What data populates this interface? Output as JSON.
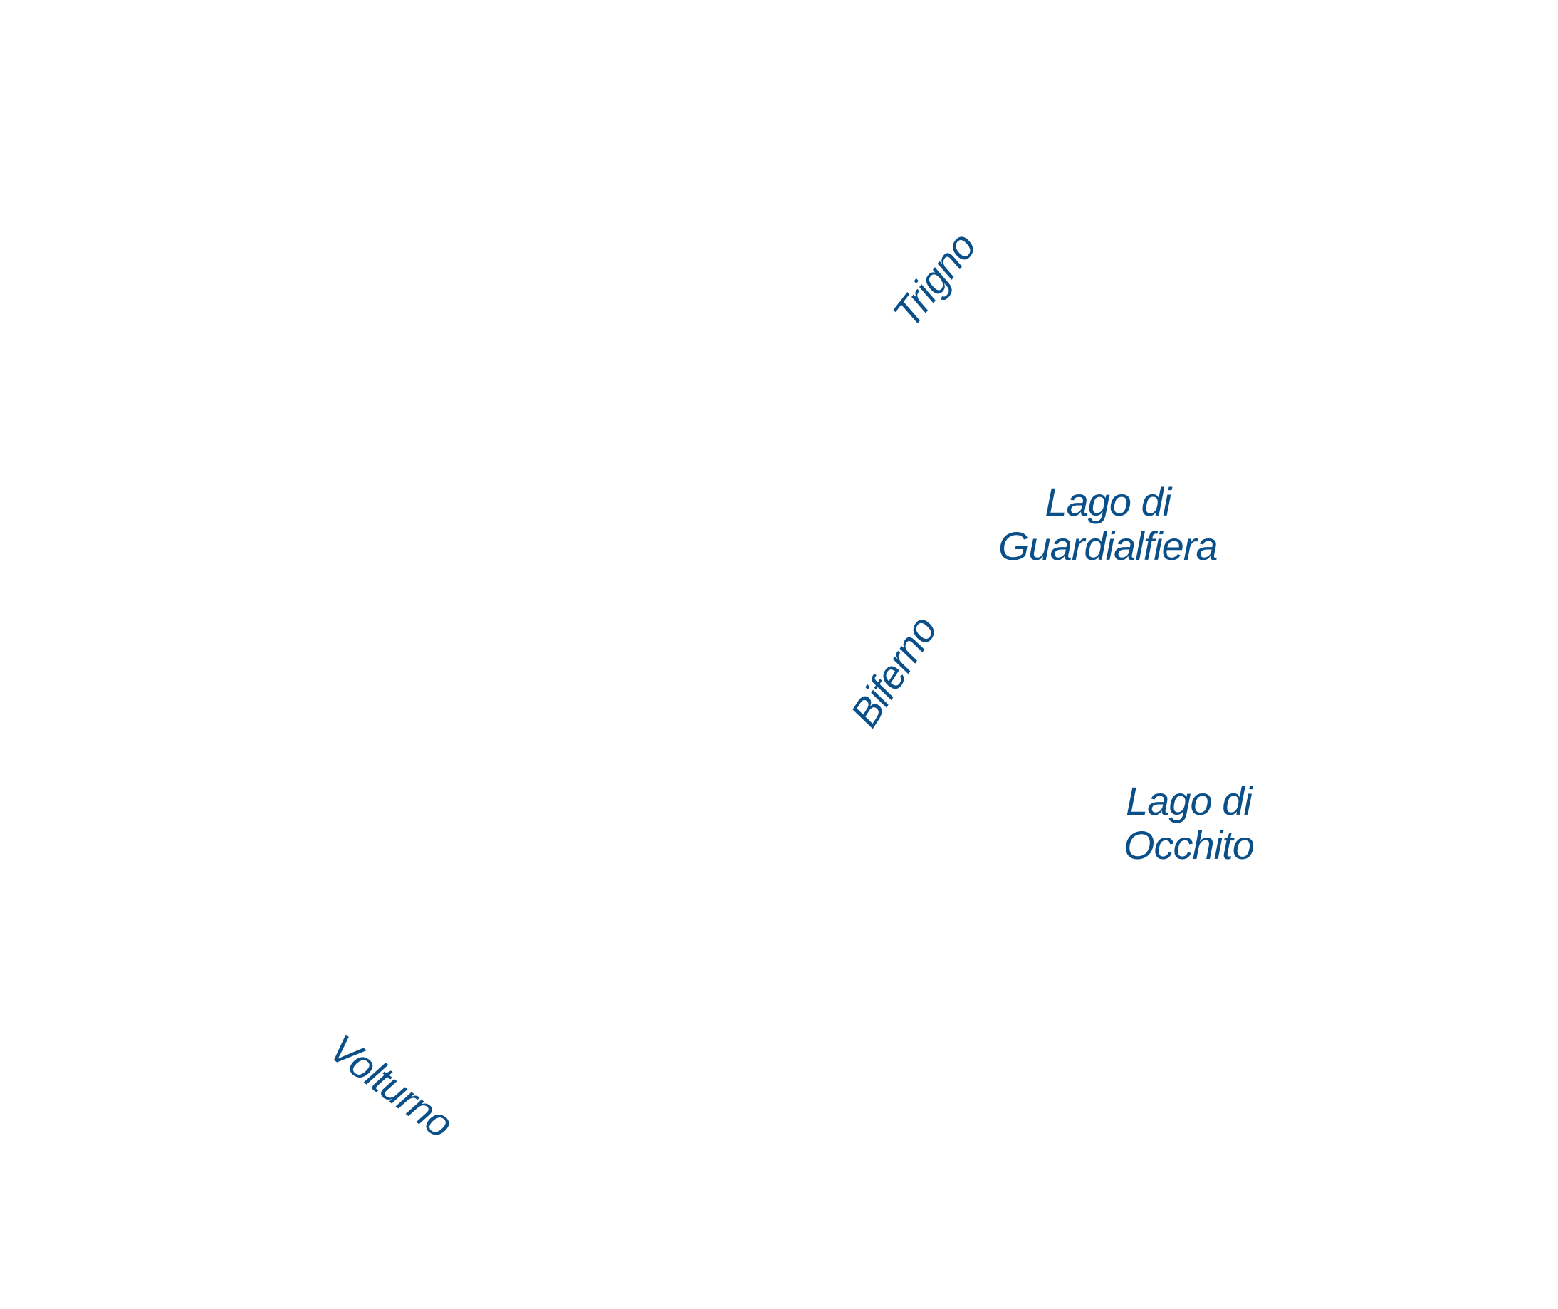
{
  "map": {
    "background_color": "#ffffff",
    "label_color": "#0b4f88",
    "rivers": [
      {
        "name": "Trigno"
      },
      {
        "name": "Biferno"
      },
      {
        "name": "Volturno"
      }
    ],
    "lakes": [
      {
        "line1": "Lago di",
        "line2": "Guardialfiera"
      },
      {
        "line1": "Lago di",
        "line2": "Occhito"
      }
    ]
  }
}
